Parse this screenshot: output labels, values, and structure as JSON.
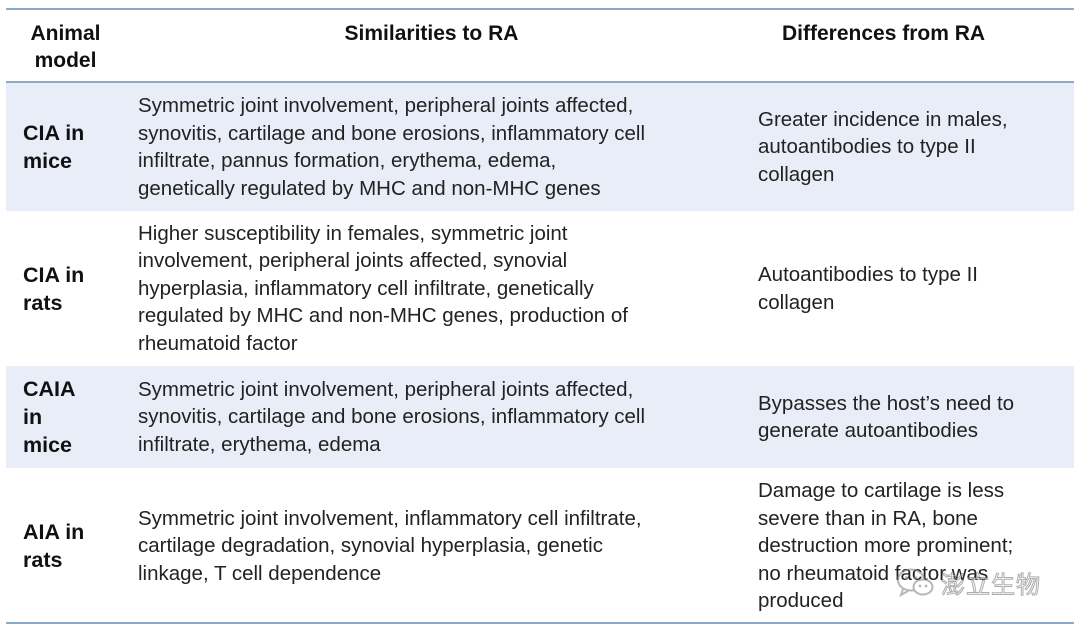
{
  "headers": {
    "model": "Animal\nmodel",
    "similarities": "Similarities to RA",
    "differences": "Differences from RA"
  },
  "rows": [
    {
      "model": "CIA in\nmice",
      "similarities": "Symmetric joint involvement, peripheral joints affected,\nsynovitis, cartilage and bone erosions, inflammatory cell\ninfiltrate, pannus formation, erythema, edema,\ngenetically regulated by MHC and non-MHC genes",
      "differences": "Greater incidence in males,\nautoantibodies to type II\ncollagen"
    },
    {
      "model": "CIA in\nrats",
      "similarities": "Higher susceptibility in females, symmetric joint\ninvolvement, peripheral joints affected, synovial\nhyperplasia, inflammatory cell infiltrate, genetically\nregulated by MHC and non-MHC genes, production of\nrheumatoid factor",
      "differences": "Autoantibodies to type II\ncollagen"
    },
    {
      "model": "CAIA\nin\nmice",
      "similarities": "Symmetric joint involvement, peripheral joints affected,\nsynovitis, cartilage and bone erosions, inflammatory cell\ninfiltrate, erythema, edema",
      "differences": "Bypasses the host’s need to\ngenerate autoantibodies"
    },
    {
      "model": "AIA in\nrats",
      "similarities": "Symmetric joint involvement, inflammatory cell infiltrate,\ncartilage degradation, synovial hyperplasia, genetic\nlinkage, T cell dependence",
      "differences": "Damage to cartilage is less\nsevere than in RA, bone\ndestruction more prominent;\nno rheumatoid factor was\nproduced"
    }
  ],
  "watermark": {
    "text": "澎立生物",
    "icon": "wechat-logo-icon"
  }
}
